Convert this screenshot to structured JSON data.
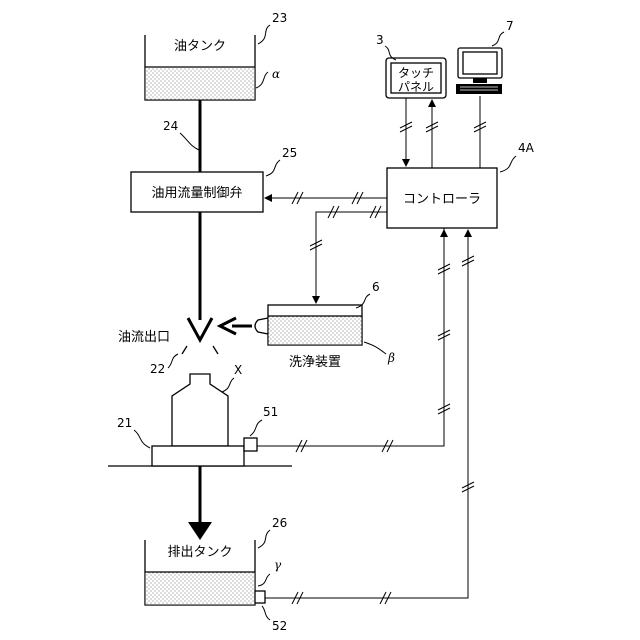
{
  "labels": {
    "oil_tank": "油タンク",
    "valve": "油用流量制御弁",
    "controller": "コントローラ",
    "touch_panel_line1": "タッチ",
    "touch_panel_line2": "パネル",
    "oil_outlet": "油流出口",
    "cleaning_device": "洗浄装置",
    "drain_tank": "排出タンク"
  },
  "refs": {
    "r23": "23",
    "r24": "24",
    "r25": "25",
    "r3": "3",
    "r7": "7",
    "r4a": "4A",
    "r6": "6",
    "r22": "22",
    "rX": "X",
    "r21": "21",
    "r51": "51",
    "r26": "26",
    "r52": "52"
  },
  "greek": {
    "alpha": "α",
    "beta": "β",
    "gamma": "γ"
  }
}
